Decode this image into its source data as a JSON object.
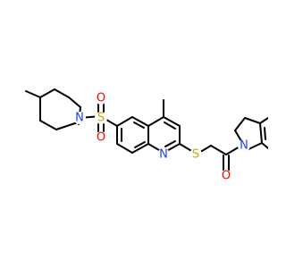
{
  "diagram": {
    "type": "chemical-structure"
  },
  "atoms": {
    "n_piperidine": {
      "label": "N",
      "color": "#1f3fff"
    },
    "s_sulfonyl": {
      "label": "S",
      "color": "#c8a800"
    },
    "o_sulfonyl_top": {
      "label": "O",
      "color": "#ff0000"
    },
    "o_sulfonyl_bottom": {
      "label": "O",
      "color": "#ff0000"
    },
    "n_quinoline": {
      "label": "N",
      "color": "#1f3fff"
    },
    "s_thioether": {
      "label": "S",
      "color": "#c8a800"
    },
    "o_carbonyl": {
      "label": "O",
      "color": "#ff0000"
    },
    "n_indoline": {
      "label": "N",
      "color": "#1f3fff"
    }
  }
}
